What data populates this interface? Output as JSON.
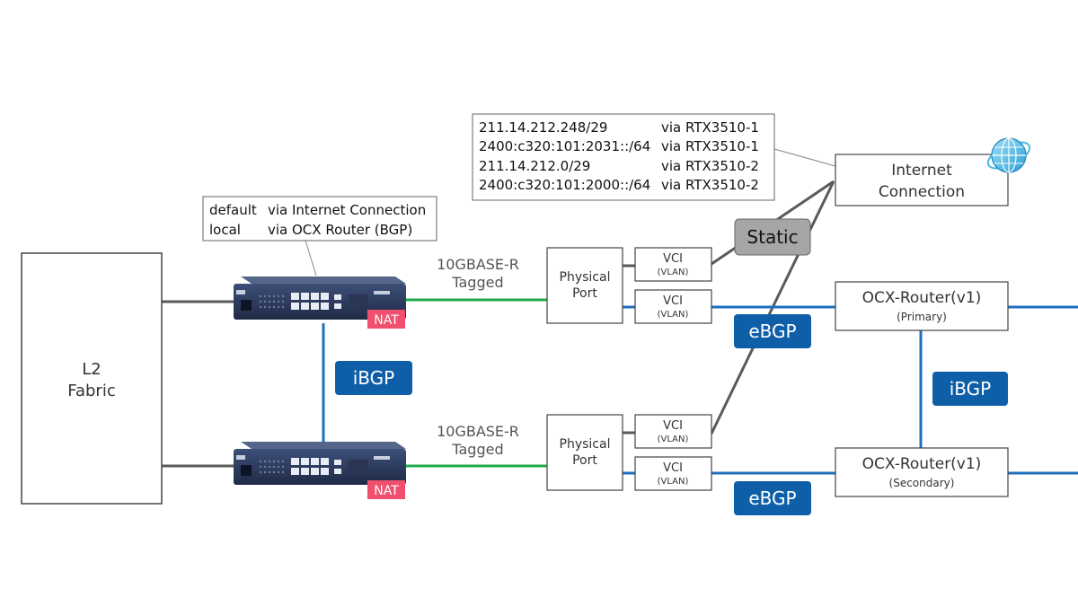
{
  "l2_fabric": {
    "line1": "L2",
    "line2": "Fabric"
  },
  "route_table_rtx": [
    {
      "dest": "default",
      "via": "via Internet Connection"
    },
    {
      "dest": "local",
      "via": "via OCX Router (BGP)"
    }
  ],
  "route_table_static": [
    {
      "dest": "211.14.212.248/29",
      "via": "via RTX3510-1"
    },
    {
      "dest": "2400:c320:101:2031::/64",
      "via": "via RTX3510-1"
    },
    {
      "dest": "211.14.212.0/29",
      "via": "via RTX3510-2"
    },
    {
      "dest": "2400:c320:101:2000::/64",
      "via": "via RTX3510-2"
    }
  ],
  "nat_label": "NAT",
  "link_top": {
    "line1": "10GBASE-R",
    "line2": "Tagged"
  },
  "link_bottom": {
    "line1": "10GBASE-R",
    "line2": "Tagged"
  },
  "physical_port": {
    "line1": "Physical",
    "line2": "Port"
  },
  "vci": {
    "line1": "VCI",
    "line2": "(VLAN)"
  },
  "internet_connection": {
    "line1": "Internet",
    "line2": "Connection"
  },
  "static_label": "Static",
  "ocx_primary": {
    "line1": "OCX-Router(v1)",
    "line2": "(Primary)"
  },
  "ocx_secondary": {
    "line1": "OCX-Router(v1)",
    "line2": "(Secondary)"
  },
  "ibgp_label": "iBGP",
  "ebgp_label": "eBGP",
  "icons": {
    "globe": "globe-icon",
    "router": "router-icon"
  },
  "colors": {
    "blue_link": "#1f6fbf",
    "green_link": "#22a84a",
    "gray_link": "#5a5a5a",
    "pill_blue": "#0f5fa8",
    "nat_pink": "#f0506e",
    "static_gray": "#a6a6a6"
  }
}
